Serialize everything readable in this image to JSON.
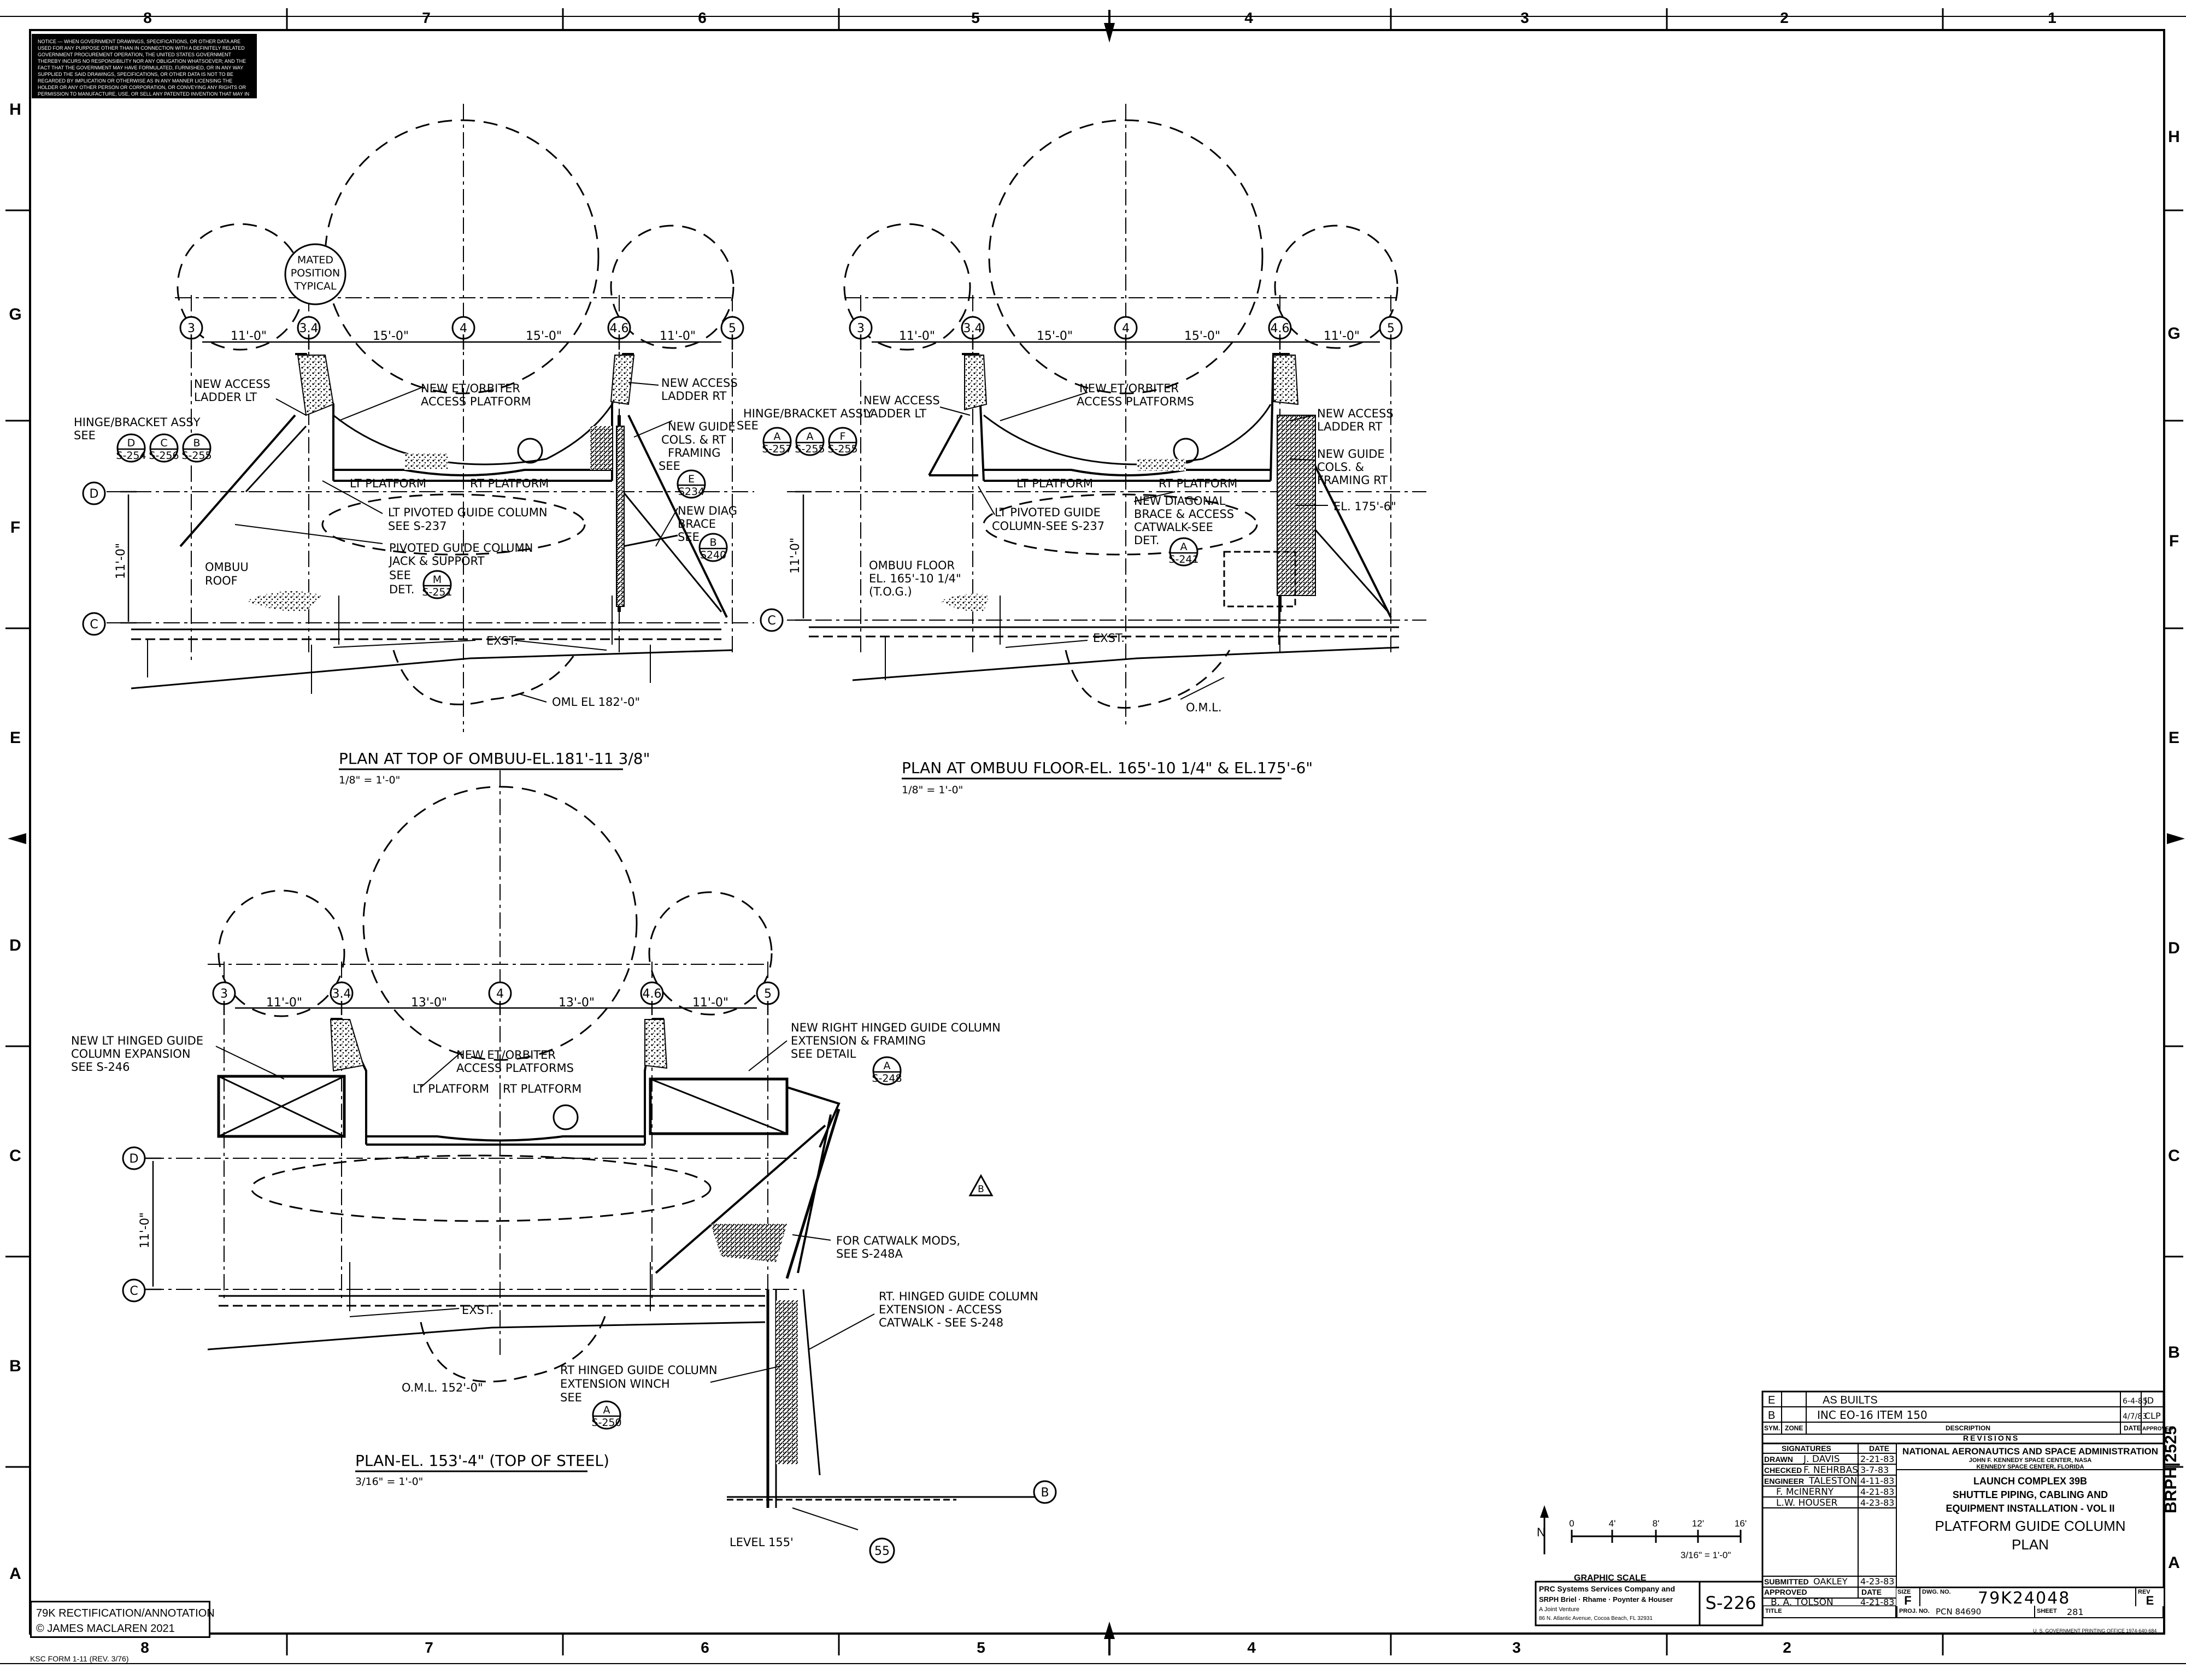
{
  "border": {
    "columns": [
      "8",
      "7",
      "6",
      "5",
      "4",
      "3",
      "2",
      "1"
    ],
    "rows": [
      "H",
      "G",
      "F",
      "E",
      "D",
      "C",
      "B",
      "A"
    ]
  },
  "notice": {
    "text": "NOTICE — WHEN GOVERNMENT DRAWINGS, SPECIFICATIONS, OR OTHER DATA ARE USED FOR ANY PURPOSE OTHER THAN IN CONNECTION WITH A DEFINITELY RELATED GOVERNMENT PROCUREMENT OPERATION, THE UNITED STATES GOVERNMENT THEREBY INCURS NO RESPONSIBILITY NOR ANY OBLIGATION WHATSOEVER; AND THE FACT THAT THE GOVERNMENT MAY HAVE FORMULATED, FURNISHED, OR IN ANY WAY SUPPLIED THE SAID DRAWINGS, SPECIFICATIONS, OR OTHER DATA IS NOT TO BE REGARDED BY IMPLICATION OR OTHERWISE AS IN ANY MANNER LICENSING THE HOLDER OR ANY OTHER PERSON OR CORPORATION, OR CONVEYING ANY RIGHTS OR PERMISSION TO MANUFACTURE, USE, OR SELL ANY PATENTED INVENTION THAT MAY IN ANY WAY BE RELATED THERETO."
  },
  "plan1": {
    "mated_label": [
      "MATED",
      "POSITION",
      "TYPICAL"
    ],
    "grid_labels": [
      "3",
      "3.4",
      "4",
      "4.6",
      "5"
    ],
    "dims": [
      "11'-0\"",
      "15'-0\"",
      "15'-0\"",
      "11'-0\""
    ],
    "rows": [
      "D",
      "C"
    ],
    "row_dim": "11'-0\"",
    "access_platform": [
      "NEW ET/ORBITER",
      "ACCESS PLATFORM"
    ],
    "ladder_lt": [
      "NEW ACCESS",
      "LADDER LT"
    ],
    "ladder_rt": [
      "NEW ACCESS",
      "LADDER RT"
    ],
    "hinge": [
      "HINGE/BRACKET ASSY",
      "SEE"
    ],
    "hinge_bubbles": [
      [
        "D",
        "S-254"
      ],
      [
        "C",
        "S-256"
      ],
      [
        "B",
        "S-255"
      ]
    ],
    "guide_cols": [
      "NEW GUIDE",
      "COLS. & RT",
      "FRAMING",
      "SEE"
    ],
    "guide_bubble": [
      "E",
      "S234"
    ],
    "diag_brace": [
      "NEW DIAG",
      "BRACE",
      "SEE"
    ],
    "diag_bubble": [
      "B",
      "S240"
    ],
    "lt_platform": "LT PLATFORM",
    "rt_platform": "RT PLATFORM",
    "pivoted": [
      "LT PIVOTED GUIDE COLUMN",
      "SEE S-237"
    ],
    "jack": [
      "PIVOTED GUIDE COLUMN",
      "JACK & SUPPORT",
      "SEE",
      "DET."
    ],
    "jack_bubble": [
      "M",
      "S-251"
    ],
    "ombuu_roof": [
      "OMBUU",
      "ROOF"
    ],
    "exst": "EXST.",
    "oml": "OML EL 182'-0\"",
    "title": "PLAN AT TOP OF OMBUU-EL.181'-11 3/8\"",
    "scale": "1/8\" = 1'-0\""
  },
  "plan2": {
    "grid_labels": [
      "3",
      "3.4",
      "4",
      "4.6",
      "5"
    ],
    "dims": [
      "11'-0\"",
      "15'-0\"",
      "15'-0\"",
      "11'-0\""
    ],
    "row_dim": "11'-0\"",
    "access_platforms": [
      "NEW ET/ORBITER",
      "ACCESS PLATFORMS"
    ],
    "ladder_lt": [
      "NEW ACCESS",
      "LADDER LT"
    ],
    "ladder_rt": [
      "NEW ACCESS",
      "LADDER RT"
    ],
    "hinge": [
      "HINGE/BRACKET ASS'Y",
      "SEE"
    ],
    "hinge_bubbles": [
      [
        "A",
        "S-257"
      ],
      [
        "A",
        "S-255"
      ],
      [
        "F",
        "S-255"
      ]
    ],
    "guide_cols": [
      "NEW GUIDE",
      "COLS. &",
      "FRAMING RT"
    ],
    "el": "EL. 175'-6\"",
    "lt_platform": "LT PLATFORM",
    "rt_platform": "RT PLATFORM",
    "pivoted": [
      "LT PIVOTED GUIDE",
      "COLUMN-SEE S-237"
    ],
    "diagonal": [
      "NEW DIAGONAL",
      "BRACE & ACCESS",
      "CATWALK-SEE",
      "DET."
    ],
    "diagonal_bubble": [
      "A",
      "S-241"
    ],
    "floor": [
      "OMBUU FLOOR",
      "EL. 165'-10 1/4\"",
      "(T.O.G.)"
    ],
    "exst": "EXST.",
    "oml": "O.M.L.",
    "title": "PLAN AT OMBUU FLOOR-EL. 165'-10 1/4\" & EL.175'-6\"",
    "scale": "1/8\" = 1'-0\""
  },
  "plan3": {
    "grid_labels": [
      "3",
      "3.4",
      "4",
      "4.6",
      "5"
    ],
    "dims": [
      "11'-0\"",
      "13'-0\"",
      "13'-0\"",
      "11'-0\""
    ],
    "row_dim": "11'-0\"",
    "lt_hinged": [
      "NEW LT HINGED GUIDE",
      "COLUMN EXPANSION",
      "SEE S-246"
    ],
    "access_platforms": [
      "NEW ET/ORBITER",
      "ACCESS PLATFORMS"
    ],
    "lt_platform": "LT PLATFORM",
    "rt_platform": "RT PLATFORM",
    "rt_hinged": [
      "NEW RIGHT HINGED GUIDE COLUMN",
      "EXTENSION & FRAMING",
      "SEE DETAIL"
    ],
    "rt_hinged_bubble": [
      "A",
      "S-248"
    ],
    "catwalk": [
      "FOR CATWALK MODS,",
      "SEE S-248A"
    ],
    "extension": [
      "RT. HINGED GUIDE COLUMN",
      "EXTENSION - ACCESS",
      "CATWALK - SEE S-248"
    ],
    "winch": [
      "RT HINGED GUIDE COLUMN",
      "EXTENSION WINCH",
      "SEE"
    ],
    "winch_bubble": [
      "A",
      "S-250"
    ],
    "exst": "EXST.",
    "oml": "O.M.L. 152'-0\"",
    "level": "LEVEL 155'",
    "level_bubble": "55",
    "row_b": "B",
    "rev_flag": "B",
    "title": "PLAN-EL. 153'-4\" (TOP OF STEEL)",
    "scale": "3/16\" = 1'-0\""
  },
  "graphic_scale": {
    "ticks": [
      "0",
      "4'",
      "8'",
      "12'",
      "16'"
    ],
    "ratio": "3/16\" = 1'-0\"",
    "label": "GRAPHIC SCALE",
    "north": "N"
  },
  "revisions": {
    "rows": [
      {
        "sym": "E",
        "zone": "",
        "desc": "AS BUILTS",
        "date": "6-4-85",
        "approved": "JD"
      },
      {
        "sym": "B",
        "zone": "",
        "desc": "INC EO-16  ITEM 150",
        "date": "4/7/83",
        "approved": "CLP"
      }
    ],
    "headers": [
      "SYM.",
      "ZONE",
      "DESCRIPTION",
      "DATE",
      "APPROVED"
    ],
    "title": "REVISIONS"
  },
  "title_block": {
    "sig_headers": [
      "SIGNATURES",
      "DATE"
    ],
    "signatures": [
      {
        "role": "DRAWN",
        "name": "J. DAVIS",
        "date": "2-21-83"
      },
      {
        "role": "CHECKED",
        "name": "F. NEHRBAS",
        "date": "3-7-83"
      },
      {
        "role": "ENGINEER",
        "name": "TALESTON",
        "date": "4-11-83"
      },
      {
        "role": "",
        "name": "F. McINERNY",
        "date": "4-21-83"
      },
      {
        "role": "",
        "name": "L.W. HOUSER",
        "date": "4-23-83"
      }
    ],
    "submitted": {
      "role": "SUBMITTED",
      "name": "OAKLEY",
      "date": "4-23-83"
    },
    "approved": {
      "role": "APPROVED",
      "name": "B. A. TOLSON",
      "date_label": "DATE",
      "date": "4-21-83"
    },
    "title_label": "TITLE",
    "agency": "NATIONAL AERONAUTICS AND SPACE ADMINISTRATION",
    "center": "JOHN F. KENNEDY SPACE CENTER, NASA",
    "location": "KENNEDY SPACE CENTER, FLORIDA",
    "project": [
      "LAUNCH COMPLEX 39B",
      "SHUTTLE PIPING, CABLING AND",
      "EQUIPMENT INSTALLATION - VOL II"
    ],
    "drawing_title": [
      "PLATFORM GUIDE COLUMN",
      "PLAN"
    ],
    "contractor": [
      "PRC Systems Services Company and",
      "SRPH Briel · Rhame · Poynter & Houser",
      "A Joint Venture",
      "86 N. Atlantic Avenue, Cocoa Beach, FL 32931"
    ],
    "sheet_id": "S-226",
    "size_label": "SIZE",
    "size": "F",
    "dwg_label": "DWG. NO.",
    "dwg_no": "79K24048",
    "rev_label": "REV",
    "rev": "E",
    "proj_label": "PROJ. NO.",
    "proj_no": "PCN 84690",
    "sheet_label": "SHEET",
    "sheet": "281"
  },
  "side_id": "BRPH|2525",
  "stamp": [
    "79K RECTIFICATION/ANNOTATION",
    "© JAMES MACLAREN 2021"
  ],
  "form_no": "KSC FORM 1-11 (REV. 3/76)",
  "gpo": "U. S. GOVERNMENT PRINTING OFFICE 1974-640-684"
}
